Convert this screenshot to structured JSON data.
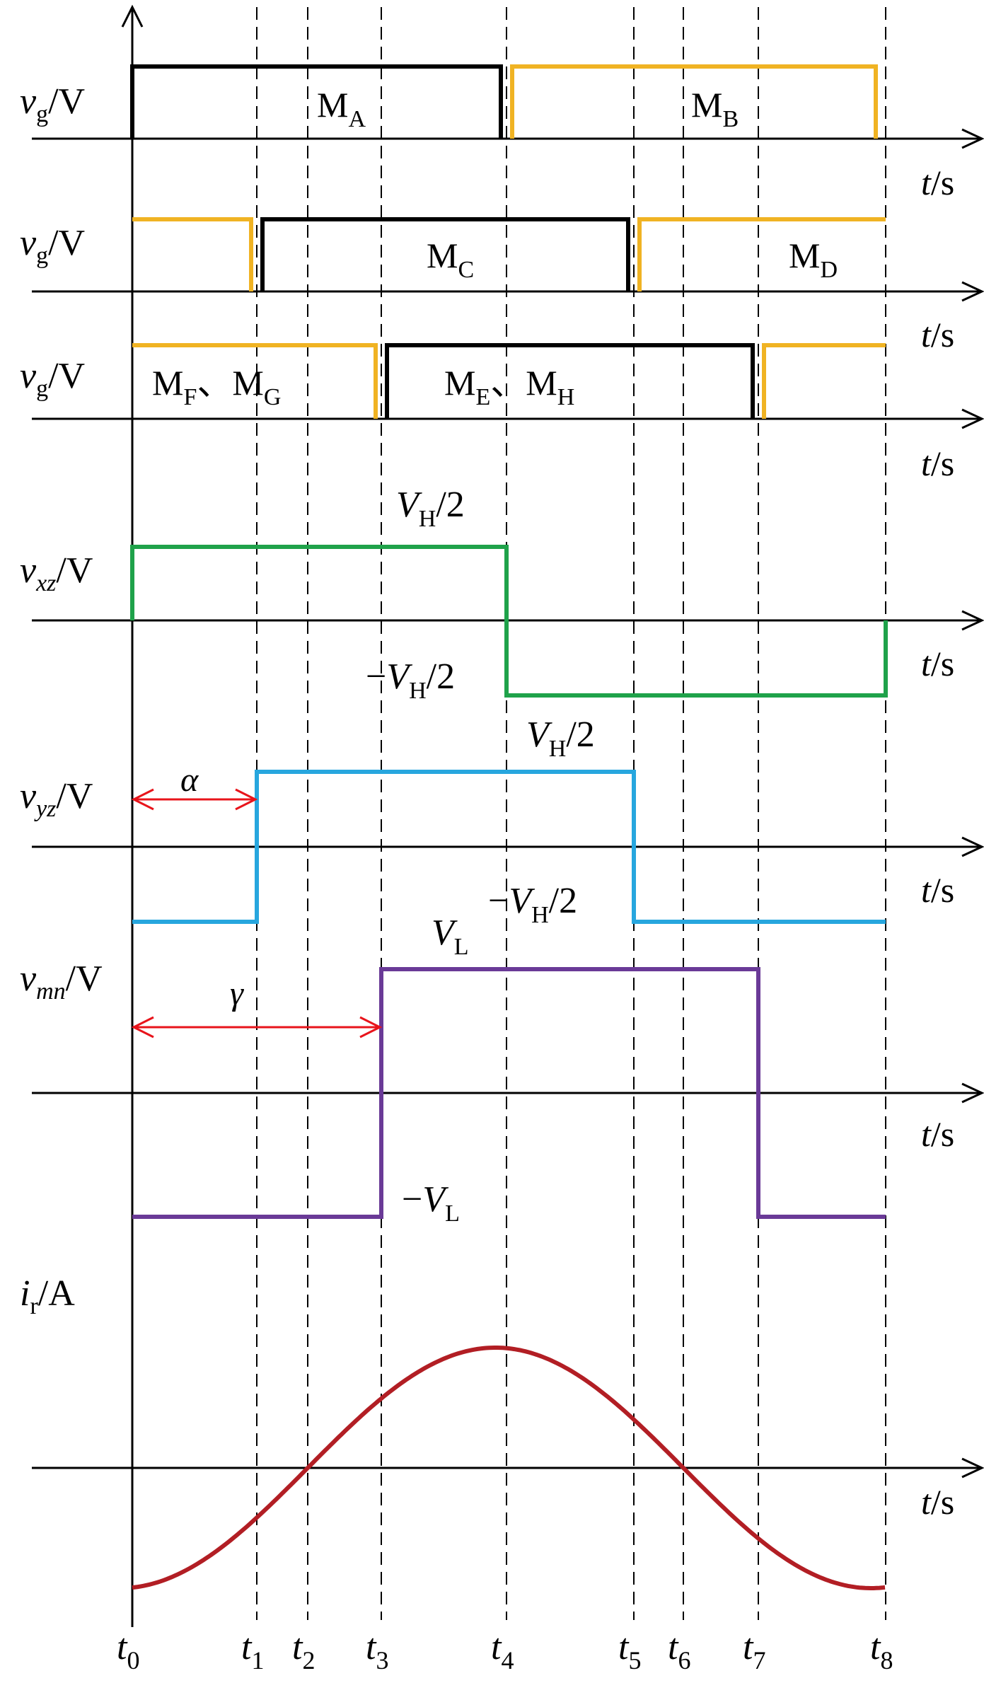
{
  "time_marks": [
    "t0",
    "t1",
    "t2",
    "t3",
    "t4",
    "t5",
    "t6",
    "t7",
    "t8"
  ],
  "time_axis_label": "t/s",
  "colors": {
    "black": "#000000",
    "orange": "#F0B323",
    "green": "#1FA24A",
    "blue": "#27A6DE",
    "purple": "#6A3A97",
    "red_curve": "#B21E24",
    "annotation_red": "#E8141B"
  },
  "panels": [
    {
      "id": "vg-ab",
      "y_label": "vg/V",
      "traces": [
        {
          "color": "black",
          "high_from": "t0",
          "high_to": "t4",
          "label": "MA"
        },
        {
          "color": "orange",
          "high_from": "t4",
          "high_to": "t8",
          "label": "MB"
        }
      ]
    },
    {
      "id": "vg-cd",
      "y_label": "vg/V",
      "traces": [
        {
          "color": "orange",
          "high_from": "t0",
          "high_to": "t1"
        },
        {
          "color": "black",
          "high_from": "t1",
          "high_to": "t5",
          "label": "MC"
        },
        {
          "color": "orange",
          "high_from": "t5",
          "high_to": "t8",
          "label": "MD"
        }
      ]
    },
    {
      "id": "vg-ef",
      "y_label": "vg/V",
      "traces": [
        {
          "color": "orange",
          "high_from": "t0",
          "high_to": "t3",
          "label": "MF、MG"
        },
        {
          "color": "black",
          "high_from": "t3",
          "high_to": "t7",
          "label": "ME、MH"
        },
        {
          "color": "orange",
          "high_from": "t7",
          "high_to": "t8"
        }
      ]
    },
    {
      "id": "vxz",
      "y_label": "vxz/V",
      "high_label": "VH/2",
      "low_label": "-VH/2",
      "high_from": "t0",
      "high_to": "t4",
      "color": "green"
    },
    {
      "id": "vyz",
      "y_label": "vyz/V",
      "high_label": "VH/2",
      "low_label": "-VH/2",
      "high_from": "t1",
      "high_to": "t5",
      "color": "blue",
      "phase_label": "α",
      "phase_span": [
        "t0",
        "t1"
      ]
    },
    {
      "id": "vmn",
      "y_label": "vmn/V",
      "high_label": "VL",
      "low_label": "-VL",
      "high_from": "t3",
      "high_to": "t7",
      "color": "purple",
      "phase_label": "γ",
      "phase_span": [
        "t0",
        "t3"
      ]
    },
    {
      "id": "ir",
      "y_label": "ir/A",
      "color": "red_curve",
      "zero_crossings": [
        "t2",
        "t6"
      ],
      "peak_at": "t4"
    }
  ]
}
